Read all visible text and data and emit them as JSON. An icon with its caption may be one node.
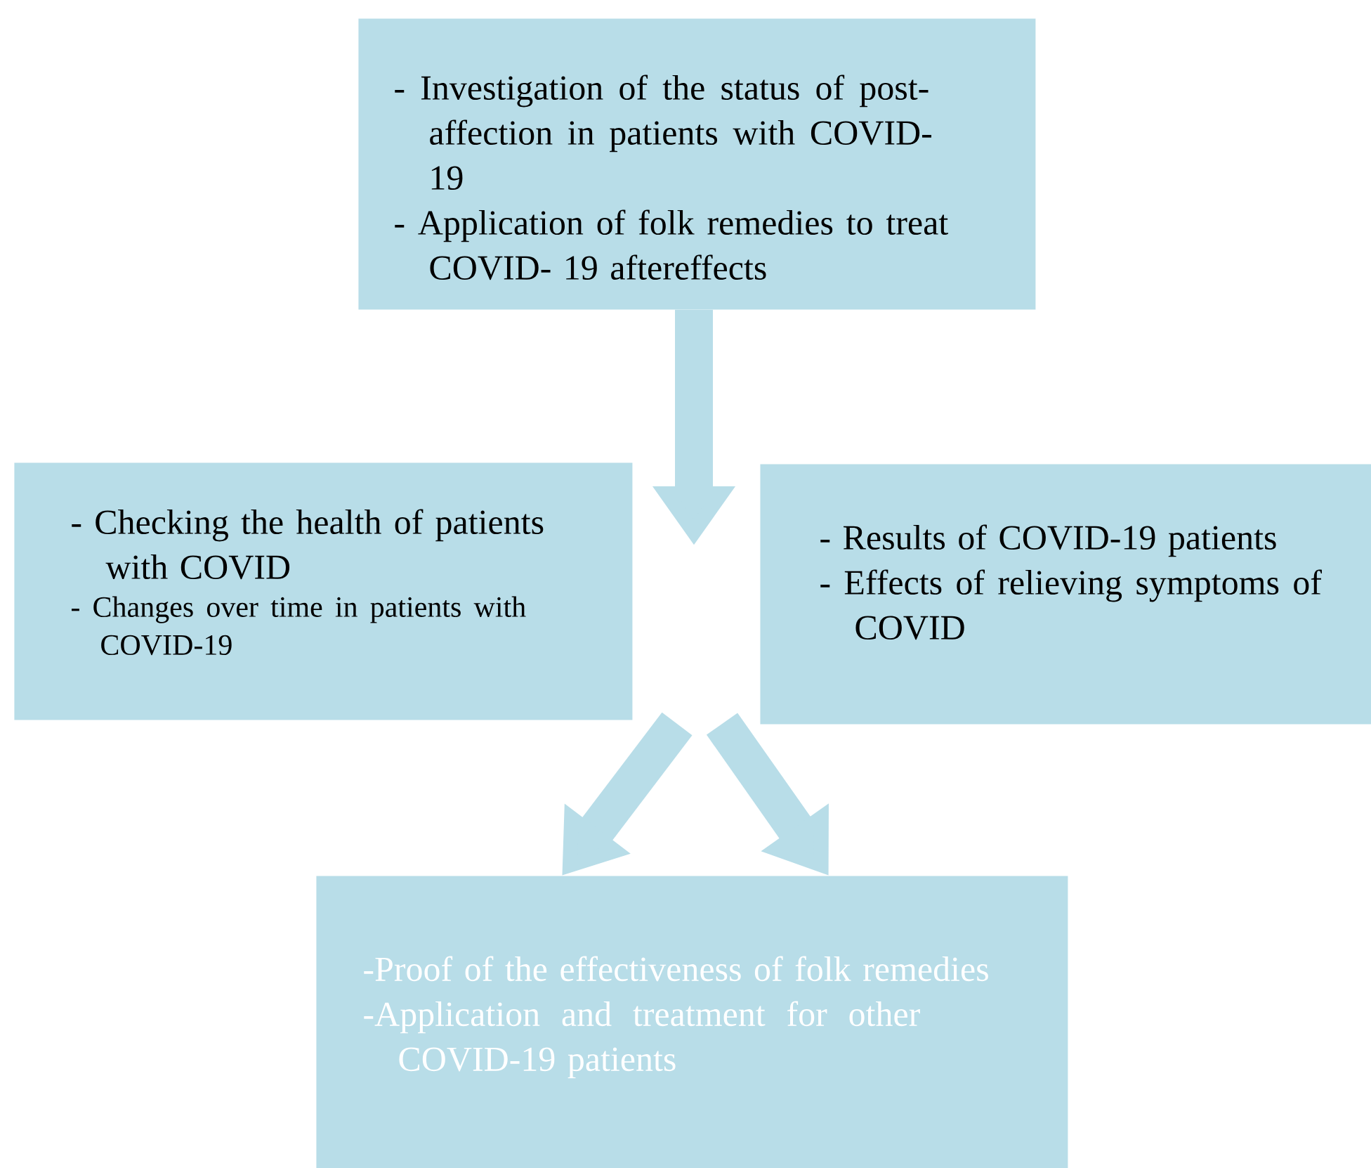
{
  "diagram": {
    "nodes": [
      {
        "text": [
          "- Investigation of the status of post-affection in patients with COVID-19",
          "- Application of folk remedies to treat COVID- 19 aftereffects"
        ]
      },
      {
        "text": [
          "- Checking the health of patients with COVID",
          "- Changes over time in patients with COVID-19"
        ]
      },
      {
        "text": [
          "- Results of COVID-19 patients",
          "- Effects of relieving symptoms of COVID"
        ]
      },
      {
        "text": [
          "-Proof of the effectiveness of folk remedies",
          "-Application and treatment for other COVID-19 patients"
        ]
      }
    ],
    "edges": [
      {
        "from": 0,
        "to": null,
        "arrow": "to"
      },
      {
        "from": null,
        "to": 3,
        "arrow": "to"
      },
      {
        "from": null,
        "to": 3,
        "arrow": "to"
      }
    ]
  }
}
